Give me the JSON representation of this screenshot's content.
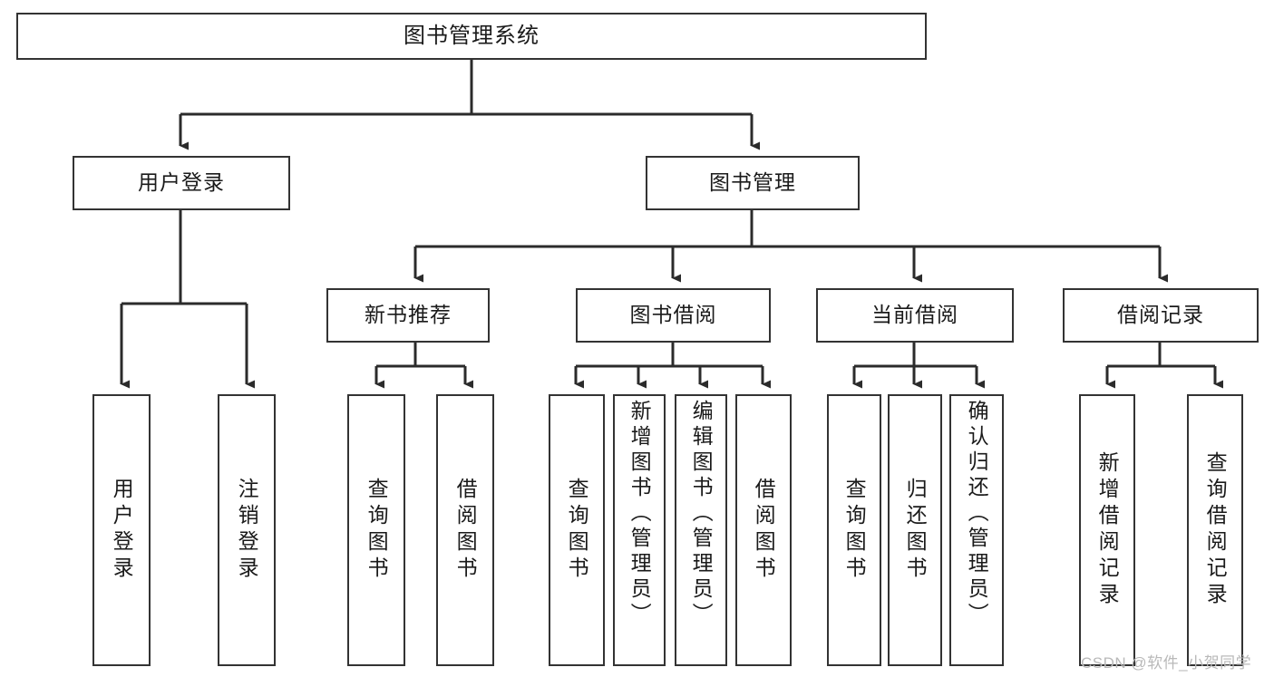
{
  "diagram": {
    "title": "图书管理系统",
    "type": "tree-hierarchy",
    "root": {
      "label": "图书管理系统"
    },
    "level2": [
      {
        "label": "用户登录"
      },
      {
        "label": "图书管理"
      }
    ],
    "level3": [
      {
        "label": "新书推荐"
      },
      {
        "label": "图书借阅"
      },
      {
        "label": "当前借阅"
      },
      {
        "label": "借阅记录"
      }
    ],
    "leaves": {
      "user_login": [
        {
          "label": "用户登录"
        },
        {
          "label": "注销登录"
        }
      ],
      "new_book_recommend": [
        {
          "label": "查询图书"
        },
        {
          "label": "借阅图书"
        }
      ],
      "book_borrow": [
        {
          "label": "查询图书"
        },
        {
          "label": "新增图书（管理员）"
        },
        {
          "label": "编辑图书（管理员）"
        },
        {
          "label": "借阅图书"
        }
      ],
      "current_borrow": [
        {
          "label": "查询图书"
        },
        {
          "label": "归还图书"
        },
        {
          "label": "确认归还（管理员）"
        }
      ],
      "borrow_record": [
        {
          "label": "新增借阅记录"
        },
        {
          "label": "查询借阅记录"
        }
      ]
    }
  },
  "watermark": {
    "text": "CSDN @软件_小贺同学"
  },
  "colors": {
    "stroke": "#333333",
    "background": "#ffffff",
    "text": "#1a1a1a",
    "watermark": "#b9b9b9"
  }
}
